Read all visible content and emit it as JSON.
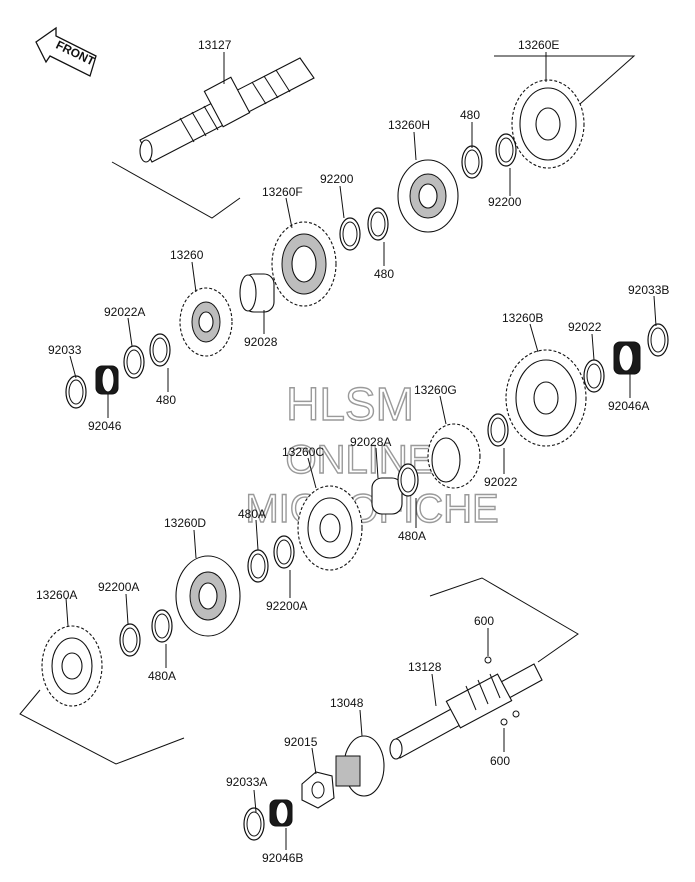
{
  "front_label": "FRONT",
  "watermark": {
    "line1": "HLSM",
    "line2": "ONLINE",
    "line3": "MICROFICHE"
  },
  "labels": {
    "p13127": "13127",
    "p13260E": "13260E",
    "p480_top": "480",
    "p13260H": "13260H",
    "p92200_right": "92200",
    "p92200_left": "92200",
    "p480_mid": "480",
    "p13260F": "13260F",
    "p13260": "13260",
    "p92028": "92028",
    "p92022A": "92022A",
    "p480_low": "480",
    "p92033": "92033",
    "p92046": "92046",
    "p92033B": "92033B",
    "p13260B": "13260B",
    "p92022_top": "92022",
    "p92046A": "92046A",
    "p13260G": "13260G",
    "p92028A": "92028A",
    "p13260C": "13260C",
    "p92022_low": "92022",
    "p480A_right": "480A",
    "p13260D": "13260D",
    "p480A_mid": "480A",
    "p92200A_right": "92200A",
    "p92200A_left": "92200A",
    "p480A_left": "480A",
    "p13260A": "13260A",
    "p600_top": "600",
    "p13128": "13128",
    "p600_bottom": "600",
    "p13048": "13048",
    "p92015": "92015",
    "p92033A": "92033A",
    "p92046B": "92046B"
  }
}
